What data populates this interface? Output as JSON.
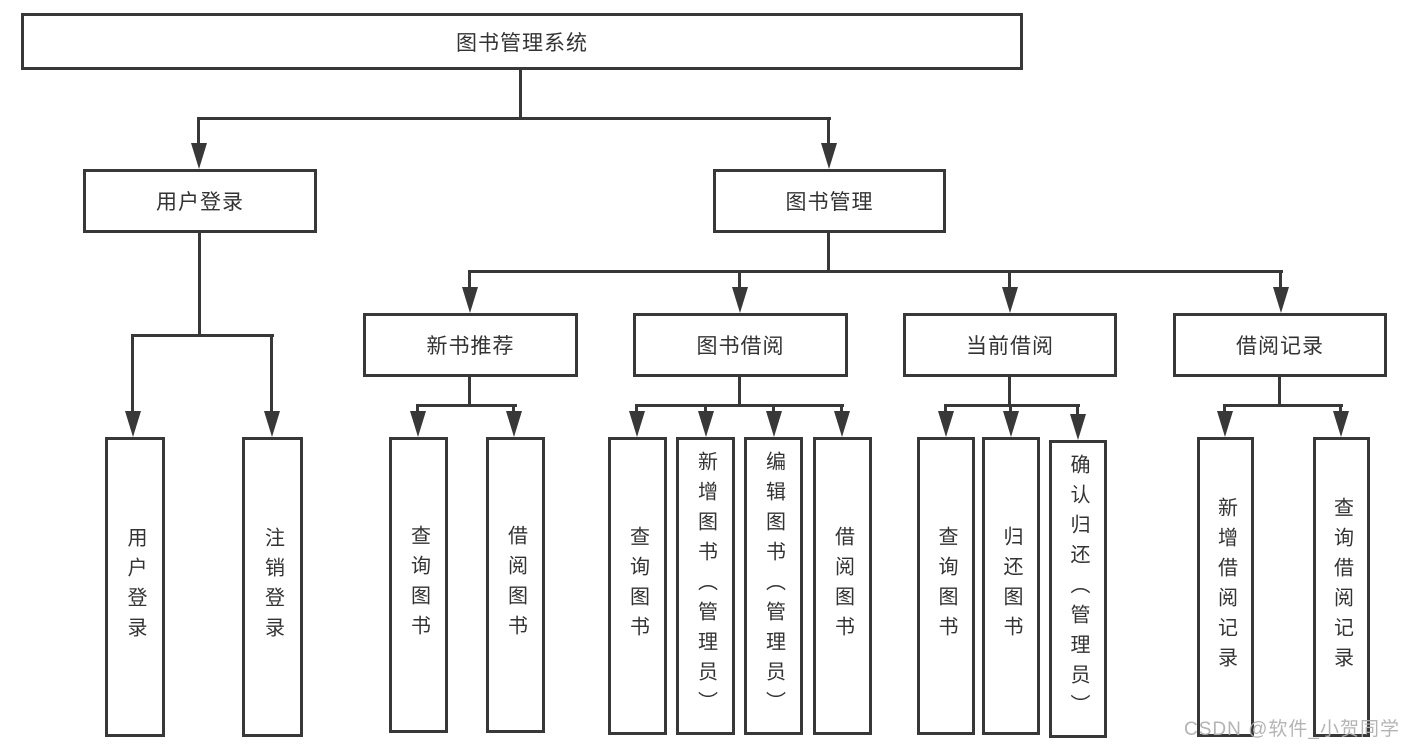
{
  "tree": {
    "root": {
      "label": "图书管理系统"
    },
    "branches": {
      "user_login": {
        "label": "用户登录",
        "children": {
          "login": {
            "label": "用户登录"
          },
          "logout": {
            "label": "注销登录"
          }
        }
      },
      "book_management": {
        "label": "图书管理",
        "children": {
          "new_book_recommend": {
            "label": "新书推荐",
            "children": {
              "query_books": {
                "label": "查询图书"
              },
              "borrow_books": {
                "label": "借阅图书"
              }
            }
          },
          "book_borrow": {
            "label": "图书借阅",
            "children": {
              "query_books": {
                "label": "查询图书"
              },
              "add_books_admin": {
                "label": "新增图书（管理员）"
              },
              "edit_books_admin": {
                "label": "编辑图书（管理员）"
              },
              "borrow_books": {
                "label": "借阅图书"
              }
            }
          },
          "current_borrow": {
            "label": "当前借阅",
            "children": {
              "query_books": {
                "label": "查询图书"
              },
              "return_books": {
                "label": "归还图书"
              },
              "confirm_return_admin": {
                "label": "确认归还（管理员）"
              }
            }
          },
          "borrow_records": {
            "label": "借阅记录",
            "children": {
              "add_record": {
                "label": "新增借阅记录"
              },
              "query_record": {
                "label": "查询借阅记录"
              }
            }
          }
        }
      }
    }
  },
  "watermark": "CSDN @软件_小贺同学",
  "colors": {
    "line": "#383838",
    "text": "#333333",
    "watermark": "#b1b1b1",
    "background": "#ffffff"
  }
}
